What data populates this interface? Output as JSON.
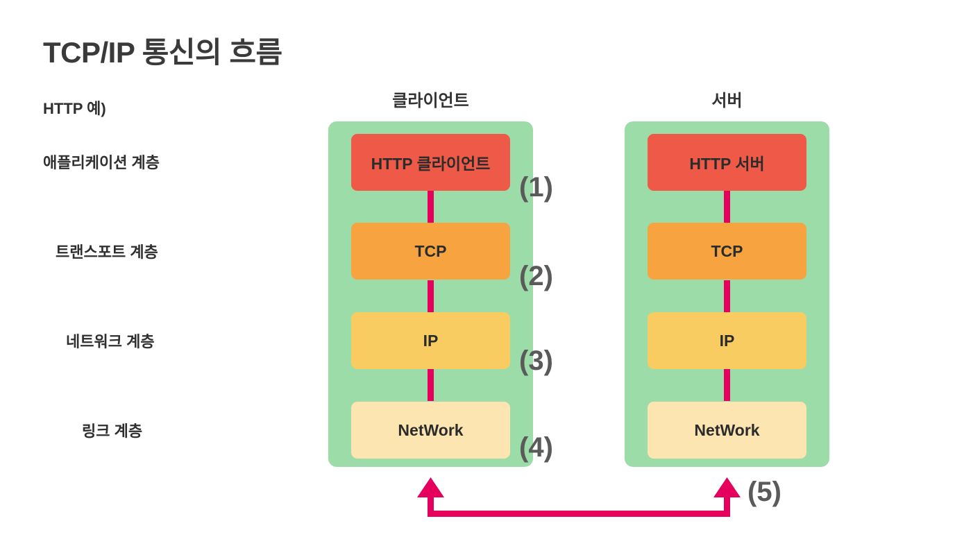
{
  "slide": {
    "title": "TCP/IP 통신의 흐름",
    "subtitle": "HTTP 예)"
  },
  "layer_labels": [
    "애플리케이션 계층",
    "트랜스포트 계층",
    "네트워크 계층",
    "링크 계층"
  ],
  "columns": [
    {
      "header": "클라이언트",
      "boxes": [
        {
          "label": "HTTP 클라이언트",
          "color": "#ee5a47"
        },
        {
          "label": "TCP",
          "color": "#f7a440"
        },
        {
          "label": "IP",
          "color": "#f9cc62"
        },
        {
          "label": "NetWork",
          "color": "#fce5b0"
        }
      ]
    },
    {
      "header": "서버",
      "boxes": [
        {
          "label": "HTTP 서버",
          "color": "#ee5a47"
        },
        {
          "label": "TCP",
          "color": "#f7a440"
        },
        {
          "label": "IP",
          "color": "#f9cc62"
        },
        {
          "label": "NetWork",
          "color": "#fce5b0"
        }
      ]
    }
  ],
  "steps": [
    "(1)",
    "(2)",
    "(3)",
    "(4)",
    "(5)"
  ],
  "colors": {
    "panel_green": "#9bdca9",
    "connector_crimson": "#e4005c",
    "step_gray": "#5a5a5a",
    "text_dark": "#2b2b2b",
    "background": "#ffffff"
  }
}
